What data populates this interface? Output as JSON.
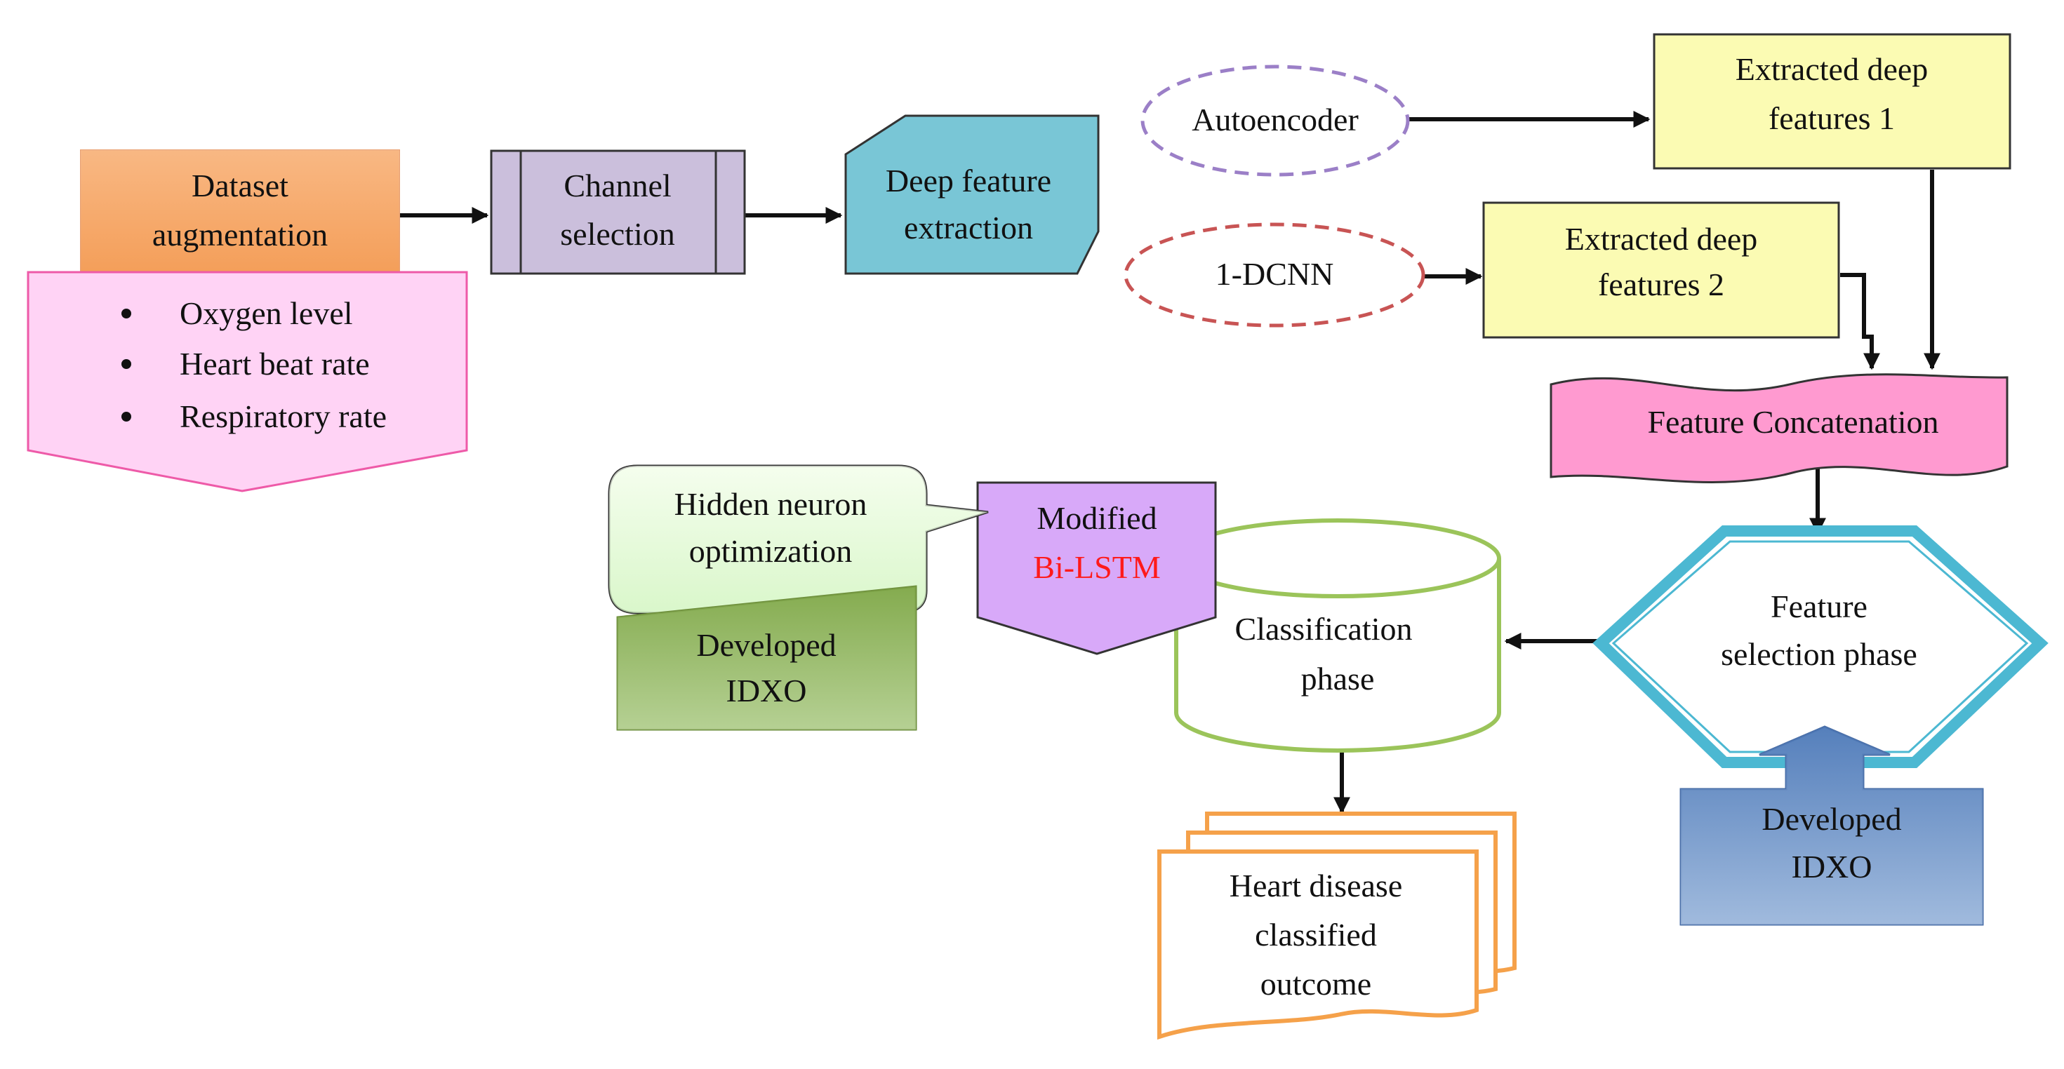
{
  "nodes": {
    "dataset_augmentation": {
      "line1": "Dataset",
      "line2": "augmentation"
    },
    "inputs": {
      "items": [
        "Oxygen level",
        "Heart beat rate",
        "Respiratory rate"
      ]
    },
    "channel_selection": {
      "line1": "Channel",
      "line2": "selection"
    },
    "deep_feature_extraction": {
      "line1": "Deep feature",
      "line2": "extraction"
    },
    "autoencoder": {
      "label": "Autoencoder"
    },
    "one_dcnn": {
      "label": "1-DCNN"
    },
    "extracted_features_1": {
      "line1": "Extracted deep",
      "line2": "features 1"
    },
    "extracted_features_2": {
      "line1": "Extracted deep",
      "line2": "features 2"
    },
    "feature_concatenation": {
      "label": "Feature Concatenation"
    },
    "feature_selection": {
      "line1": "Feature",
      "line2": "selection phase"
    },
    "developed_idxo_right": {
      "line1": "Developed",
      "line2": "IDXO"
    },
    "classification": {
      "line1": "Classification",
      "line2": "phase"
    },
    "modified_bilstm": {
      "line1": "Modified",
      "line2": "Bi-LSTM"
    },
    "hidden_neuron": {
      "line1": "Hidden neuron",
      "line2": "optimization"
    },
    "developed_idxo_left": {
      "line1": "Developed",
      "line2": "IDXO"
    },
    "outcome": {
      "line1": "Heart disease",
      "line2": "classified",
      "line3": "outcome"
    }
  },
  "colors": {
    "dataset_fill": "#f5a15e",
    "inputs_fill": "#ffd3f5",
    "inputs_stroke": "#ee5aa8",
    "channel_fill": "#cbbfdc",
    "extraction_fill": "#79c6d6",
    "autoencoder_stroke": "#9b7fc7",
    "dcnn_stroke": "#c85454",
    "features_fill": "#fbfbb3",
    "concat_fill": "#ff9ad0",
    "selection_stroke": "#4cb8d2",
    "idxo_right_fill": "#6f93c4",
    "classification_stroke": "#9bc45a",
    "bilstm_fill": "#d8a9f9",
    "bilstm_text": "#ff1a1a",
    "callout_fill": "#e6fbdc",
    "idxo_left_fill": "#93b563",
    "outcome_stroke": "#f5a14a"
  }
}
